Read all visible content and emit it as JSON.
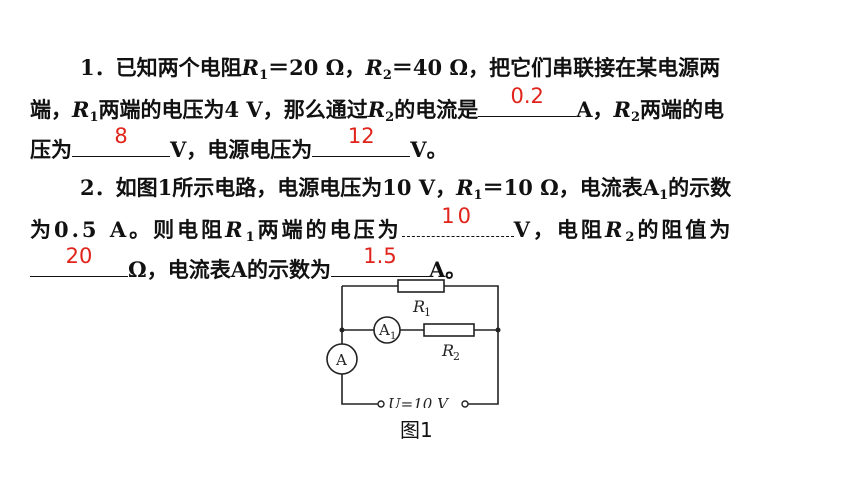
{
  "q1": {
    "num": "1．",
    "t1": "已知两个电阻",
    "r1_name": "R",
    "r1_sub": "1",
    "t2": "＝20 Ω，",
    "r2_name": "R",
    "r2_sub": "2",
    "t3": "＝40 Ω，把它们串联接在某电源两",
    "t4": "端，",
    "t5": "两端的电压为4 V，那么通过",
    "t6": "的电流是",
    "ans1": "0.2",
    "t7": "A，",
    "t8": "两端的电",
    "t9": "压为",
    "ans2": "8",
    "t10": "V，电源电压为",
    "ans3": "12",
    "t11": "V。"
  },
  "q2": {
    "num": "2．",
    "t1": "如图1所示电路，电源电压为10 V，",
    "t2": "＝10 Ω，电流表A",
    "a1_sub": "1",
    "t3": "的示数",
    "t4": "为0.5 A。则电阻",
    "t5": "两端的电压为",
    "ans1": "10",
    "t6": "V，电阻",
    "t7": "的阻值为",
    "ans2": "20",
    "t8": "Ω，电流表A的示数为",
    "ans3": "1.5",
    "t9": "A。"
  },
  "circuit": {
    "r1_label": "R",
    "r1_sub": "1",
    "r2_label": "R",
    "r2_sub": "2",
    "a1_label": "A",
    "a1_sub": "1",
    "a_label": "A",
    "source_label": "U=10 V"
  },
  "caption": "图1",
  "colors": {
    "answer": "#e0241b",
    "text": "#111111"
  }
}
